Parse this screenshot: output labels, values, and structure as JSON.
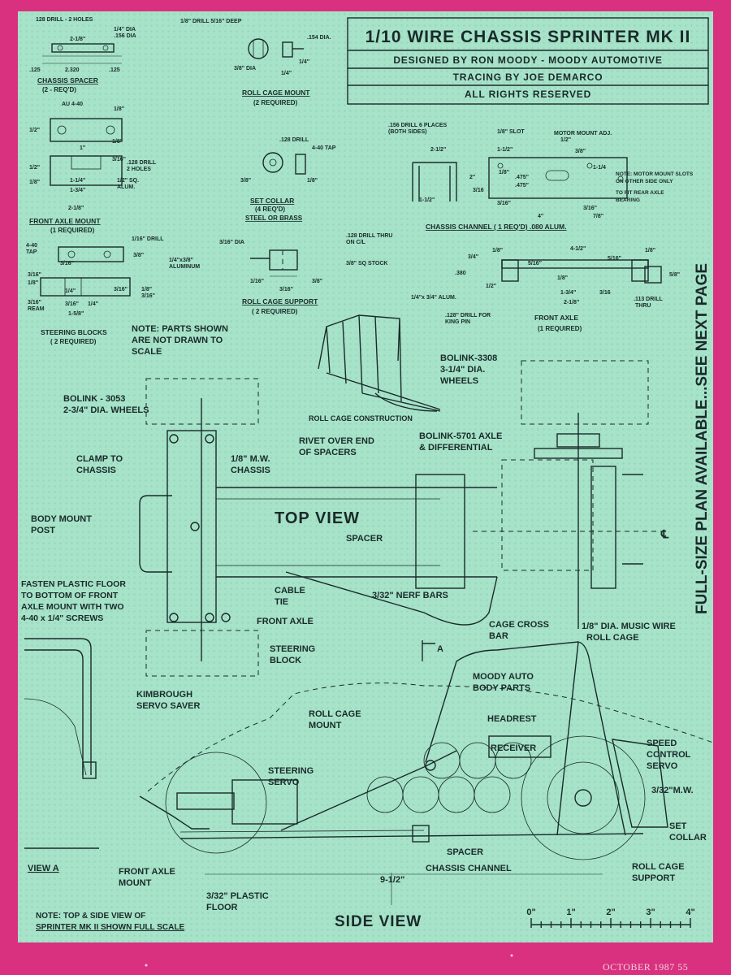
{
  "title_block": {
    "title": "1/10 WIRE CHASSIS SPRINTER MK II",
    "designer": "DESIGNED BY RON MOODY - MOODY AUTOMOTIVE",
    "tracer": "TRACING BY JOE DEMARCO",
    "rights": "ALL RIGHTS RESERVED"
  },
  "side_banner": "FULL-SIZE PLAN AVAILABLE...SEE NEXT PAGE",
  "footer": "OCTOBER 1987    55",
  "details": {
    "chassis_spacer": {
      "name": "CHASSIS SPACER",
      "qty": "(2 - REQ'D)",
      "notes": [
        "128 DRILL - 2 HOLES",
        "1/4\" DIA",
        ".156 DIA",
        "2-1/8\"",
        "2.320",
        ".125",
        ".125"
      ]
    },
    "roll_cage_mount": {
      "name": "ROLL CAGE MOUNT",
      "qty": "(2 REQUIRED)",
      "notes": [
        "1/8\" DRILL 5/16\" DEEP",
        ".154 DIA.",
        "3/8\" DIA",
        "1/4\"",
        "1/4\""
      ]
    },
    "front_axle_mount": {
      "name": "FRONT AXLE MOUNT",
      "qty": "(1 REQUIRED)",
      "notes": [
        "AU 4-40",
        "1/8\"",
        "1/2\"",
        "1\"",
        "3/16\"",
        "1/8\"",
        ".128 DRILL",
        "2 HOLES",
        "1/2\"",
        "1-1/4\"",
        "1/2\" SQ.",
        "ALUM.",
        "1/8\"",
        "1-3/4\"",
        "2-1/8\""
      ]
    },
    "set_collar": {
      "name": "SET COLLAR",
      "qty": "(4 REQ'D)",
      "material": "STEEL OR BRASS",
      "notes": [
        ".128 DRILL",
        "4-40 TAP",
        "3/8\"",
        "1/8\""
      ]
    },
    "chassis_channel": {
      "name": "CHASSIS CHANNEL ( 1 REQ'D) .080 ALUM.",
      "notes": [
        ".156 DRILL 6 PLACES",
        "(BOTH SIDES)",
        "1/8\" SLOT",
        "MOTOR MOUNT ADJ.",
        "1/2\"",
        "2-1/2\"",
        "1-1/2\"",
        "3/8\"",
        "1-1/4",
        "2\"",
        "1/8\"",
        ".475\"",
        ".475\"",
        "3/16",
        "1-1/2\"",
        "3/16\"",
        "4\"",
        "3/16\"",
        "7/8\"",
        "NOTE: MOTOR MOUNT SLOTS",
        "ON OTHER SIDE ONLY",
        "TO FIT REAR AXLE",
        "BEARING"
      ]
    },
    "steering_blocks": {
      "name": "STEERING BLOCKS",
      "qty": "( 2 REQUIRED)",
      "notes": [
        "4-40",
        "TAP",
        "1/16\" DRILL",
        "3/8\"",
        "3/16\"",
        "1/4\"x3/8\"",
        "ALUMINUM",
        "3/16\"",
        "1/8\"",
        "1/4\"",
        "3/16\"",
        "1/8\"",
        "3/16\"",
        "3/16\"",
        "REAM",
        "3/16\"",
        "1/4\"",
        "1-5/8\""
      ]
    },
    "roll_cage_support": {
      "name": "ROLL CAGE SUPPORT",
      "qty": "( 2 REQUIRED)",
      "notes": [
        "3/16\" DIA",
        ".128 DRILL THRU",
        "ON C/L",
        "3/8\" SQ STOCK",
        "1/16\"",
        "3/16\"",
        "3/8\""
      ]
    },
    "front_axle": {
      "name": "FRONT AXLE",
      "qty": "(1 REQUIRED)",
      "notes": [
        "1/8\"",
        "4-1/2\"",
        "1/8\"",
        "3/4\"",
        "5/16\"",
        "5/16\"",
        ".380",
        "5/8\"",
        "1/2\"",
        "1/8\"",
        "1-3/4\"",
        "3/16",
        "1/4\"x 3/4\" ALUM.",
        "2-1/8\"",
        ".113 DRILL",
        "THRU",
        ".128\" DRILL FOR",
        "KING PIN"
      ]
    }
  },
  "note_not_to_scale": [
    "NOTE: PARTS SHOWN",
    "ARE NOT DRAWN TO",
    "SCALE"
  ],
  "roll_cage_construction": "ROLL CAGE CONSTRUCTION",
  "top_view": {
    "title": "TOP VIEW",
    "labels": [
      "BOLINK - 3053",
      "2-3/4\" DIA. WHEELS",
      "BOLINK-3308",
      "3-1/4\" DIA.",
      "WHEELS",
      "CLAMP TO",
      "CHASSIS",
      "1/8\" M.W.",
      "CHASSIS",
      "RIVET OVER END",
      "OF SPACERS",
      "BOLINK-5701 AXLE",
      "& DIFFERENTIAL",
      "BODY MOUNT",
      "POST",
      "SPACER",
      "FASTEN PLASTIC FLOOR",
      "TO BOTTOM OF FRONT",
      "AXLE MOUNT WITH TWO",
      "4-40 x 1/4\" SCREWS",
      "CABLE",
      "TIE",
      "3/32\" NERF BARS",
      "FRONT AXLE",
      "STEERING",
      "BLOCK",
      "℄"
    ]
  },
  "side_view": {
    "title": "SIDE VIEW",
    "labels": [
      "A",
      "CAGE CROSS",
      "BAR",
      "1/8\" DIA. MUSIC WIRE",
      "ROLL CAGE",
      "MOODY AUTO",
      "BODY PARTS",
      "KIMBROUGH",
      "SERVO SAVER",
      "ROLL CAGE",
      "MOUNT",
      "HEADREST",
      "RECEIVER",
      "SPEED",
      "CONTROL",
      "SERVO",
      "STEERING",
      "SERVO",
      "3/32\"M.W.",
      "SET",
      "COLLAR",
      "SPACER",
      "CHASSIS CHANNEL",
      "ROLL CAGE",
      "SUPPORT",
      "VIEW A",
      "FRONT AXLE",
      "MOUNT",
      "9-1/2\"",
      "3/32\" PLASTIC",
      "FLOOR"
    ]
  },
  "bottom_note": [
    "NOTE: TOP & SIDE VIEW OF",
    "SPRINTER MK II SHOWN FULL SCALE"
  ],
  "scale_bar": {
    "labels": [
      "0\"",
      "1\"",
      "2\"",
      "3\"",
      "4\""
    ]
  }
}
